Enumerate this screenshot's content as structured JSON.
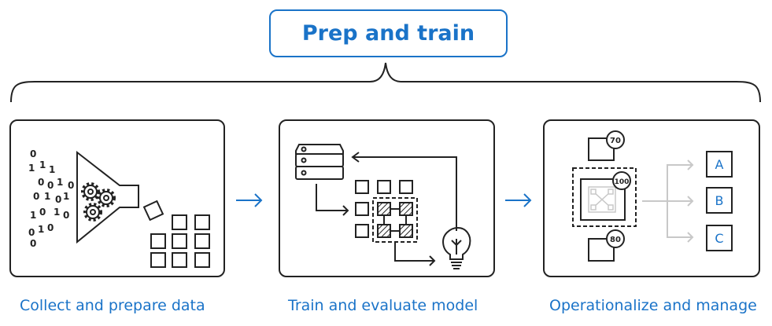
{
  "title": "Prep and train",
  "stages": [
    {
      "caption": "Collect and prepare data"
    },
    {
      "caption": "Train and evaluate model"
    },
    {
      "caption": "Operationalize and manage"
    }
  ],
  "panel1": {
    "binary_digits": [
      "0",
      "1 1",
      "1",
      "0 0 1",
      "0",
      "0 1",
      "1 0 1",
      "0",
      "1 0",
      "1",
      "0",
      "1 0 1",
      "0 1 0",
      "0"
    ]
  },
  "panel3": {
    "scores": [
      "70",
      "100",
      "80"
    ],
    "outputs": [
      "A",
      "B",
      "C"
    ]
  },
  "colors": {
    "accent": "#1a73c8",
    "ink": "#222222",
    "muted": "#c8c8c8"
  }
}
